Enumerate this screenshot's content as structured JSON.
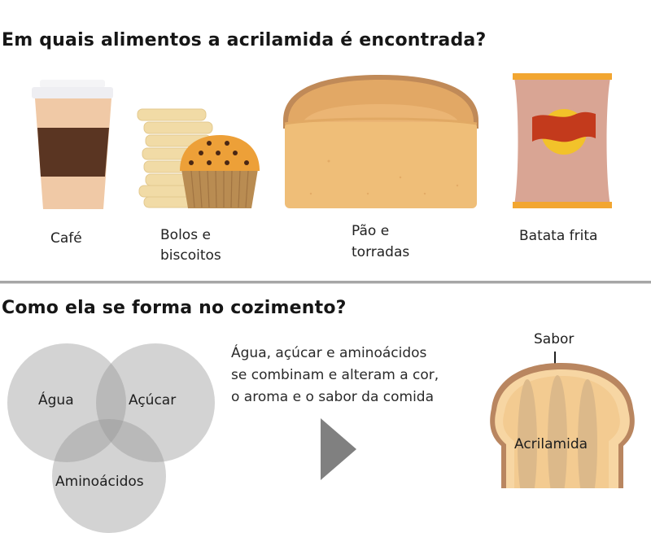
{
  "section1": {
    "title": "Em quais alimentos a acrilamida é encontrada?",
    "foods": [
      {
        "id": "cafe",
        "label_lines": [
          "Café"
        ],
        "icon": "coffee-cup-icon"
      },
      {
        "id": "bolos",
        "label_lines": [
          "Bolos e",
          "biscoitos"
        ],
        "icon": "cookies-muffin-icon"
      },
      {
        "id": "pao",
        "label_lines": [
          "Pão e",
          "torradas"
        ],
        "icon": "bread-loaf-icon"
      },
      {
        "id": "batata",
        "label_lines": [
          "Batata frita"
        ],
        "icon": "chips-bag-icon"
      }
    ]
  },
  "section2": {
    "title": "Como ela se forma no cozimento?",
    "venn": {
      "labels": [
        "Água",
        "Açúcar",
        "Aminoácidos"
      ]
    },
    "description_lines": [
      "Água, açúcar e aminoácidos",
      "se combinam e alteram a cor,",
      "o aroma e o sabor da comida"
    ],
    "arrow_icon": "play-arrow-icon",
    "toast": {
      "top_label": "Sabor",
      "center_label": "Acrilamida"
    }
  },
  "colors": {
    "cup_body": "#f0c9a6",
    "cup_sleeve": "#5a3522",
    "cup_lid": "#f2f2f4",
    "cookie": "#f1dba6",
    "muffin_top": "#eda038",
    "muffin_cup": "#b98c52",
    "bread_crust": "#c08a58",
    "bread_body": "#efbe78",
    "bag_body": "#d9a594",
    "bag_band": "#f2a631",
    "chips_logo_red": "#c33a1c",
    "chips_logo_yellow": "#f2c22a",
    "venn_circle": "#c8c8c8",
    "arrow": "#808080",
    "toast_crust": "#b98660",
    "toast_body": "#f7d6a3",
    "toast_stripe": "#dcb98a",
    "divider": "#a6a6a6"
  }
}
